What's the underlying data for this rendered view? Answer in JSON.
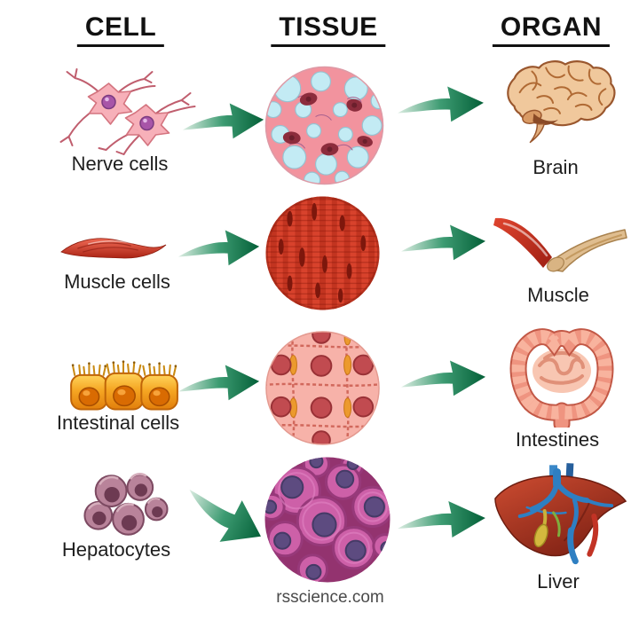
{
  "columns": {
    "cell": "CELL",
    "tissue": "TISSUE",
    "organ": "ORGAN"
  },
  "rows": [
    {
      "cell": {
        "label": "Nerve cells",
        "icon": "nerve-cells-illustration"
      },
      "tissue": {
        "icon": "nervous-tissue-micrograph"
      },
      "organ": {
        "label": "Brain",
        "icon": "brain-illustration"
      }
    },
    {
      "cell": {
        "label": "Muscle cells",
        "icon": "muscle-cell-illustration"
      },
      "tissue": {
        "icon": "muscle-tissue-micrograph"
      },
      "organ": {
        "label": "Muscle",
        "icon": "arm-muscle-illustration"
      }
    },
    {
      "cell": {
        "label": "Intestinal cells",
        "icon": "intestinal-cells-illustration"
      },
      "tissue": {
        "icon": "intestinal-tissue-micrograph"
      },
      "organ": {
        "label": "Intestines",
        "icon": "intestines-illustration"
      }
    },
    {
      "cell": {
        "label": "Hepatocytes",
        "icon": "hepatocytes-illustration"
      },
      "tissue": {
        "icon": "liver-tissue-micrograph"
      },
      "organ": {
        "label": "Liver",
        "icon": "liver-illustration"
      }
    }
  ],
  "footer": {
    "watermark": "rsscience.com"
  },
  "colors": {
    "header-text": "#111111",
    "label-text": "#1e1e1e",
    "watermark-text": "#4a4a4a",
    "arrow-light": "#dcede2",
    "arrow-mid": "#3d9b72",
    "arrow-dark": "#046038"
  }
}
